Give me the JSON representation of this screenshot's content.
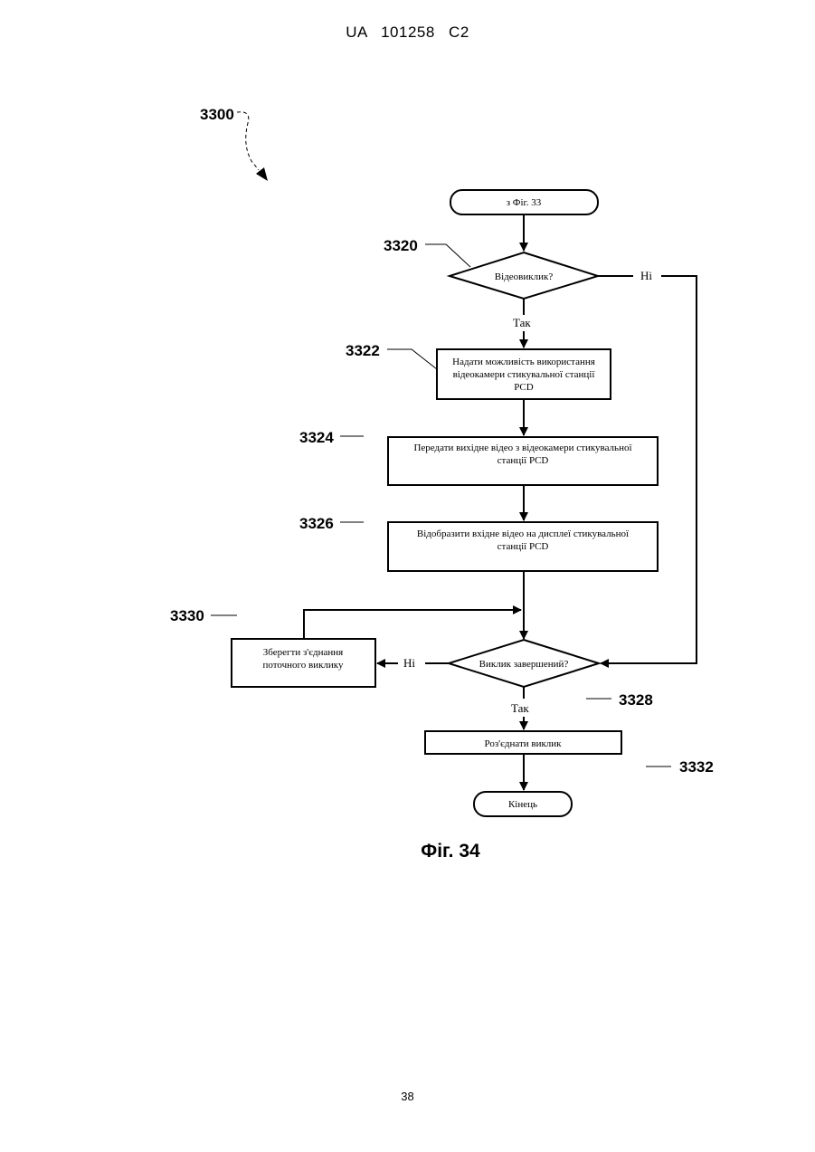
{
  "header": {
    "text": "UA   101258   C2"
  },
  "page_number": "38",
  "figure_caption": "Фіг. 34",
  "refs": {
    "r3300": "3300",
    "r3320": "3320",
    "r3322": "3322",
    "r3324": "3324",
    "r3326": "3326",
    "r3328": "3328",
    "r3330": "3330",
    "r3332": "3332"
  },
  "nodes": {
    "start": "з Фіг. 33",
    "video_call_decision": "Відеовиклик?",
    "enable_camera": [
      "Надати можливість використання",
      "відеокамери стикувальної станції",
      "PCD"
    ],
    "transmit_video": [
      "Передати вихідне відео з відеокамери стикувальної",
      "станції PCD"
    ],
    "display_video": [
      "Відобразити вхідне відео на дисплеї стикувальної",
      "станції PCD"
    ],
    "call_ended_decision": "Виклик завершений?",
    "save_connection": [
      "Зберегти з'єднання",
      "поточного виклику"
    ],
    "disconnect_call": "Роз'єднати виклик",
    "end": "Кінець"
  },
  "edge_labels": {
    "video_yes": "Так",
    "video_no": "Ні",
    "ended_yes": "Так",
    "ended_no": "Ні"
  }
}
